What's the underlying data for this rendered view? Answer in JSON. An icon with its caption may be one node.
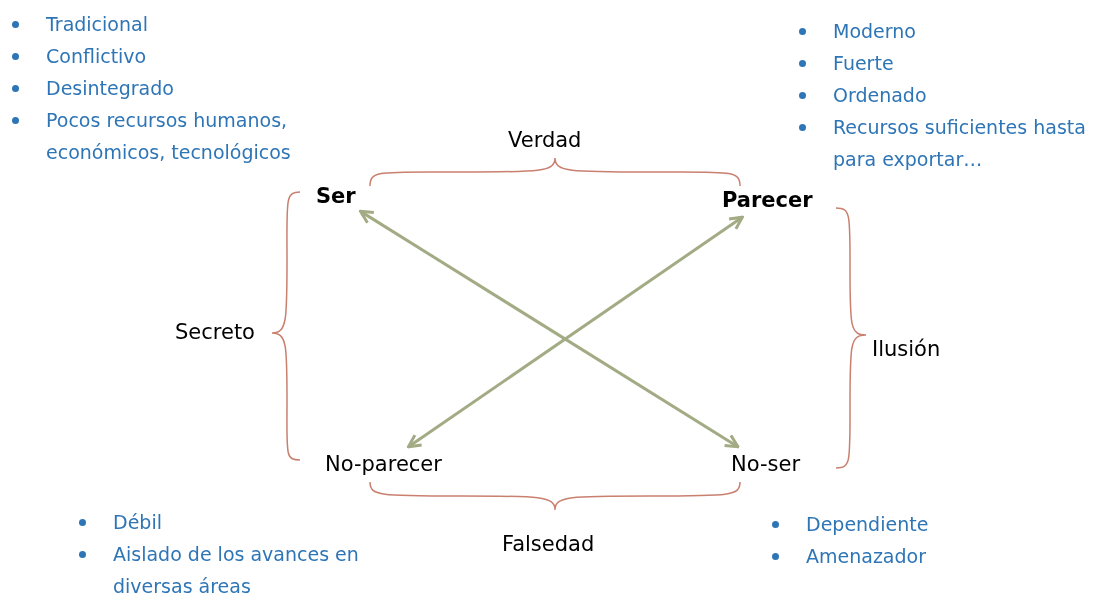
{
  "diagram": {
    "nodes": [
      {
        "text": [
          "Ser"
        ],
        "beside": [
          "Tradicional",
          "Conflictivo",
          "Desintegrado",
          "Pocos recursos humanos, económicos, tecnológicos"
        ]
      },
      {
        "text": [
          "Parecer"
        ],
        "beside": [
          "Moderno",
          "Fuerte",
          "Ordenado",
          "Recursos suficientes hasta para exportar…"
        ]
      },
      {
        "text": [
          "No-parecer"
        ],
        "beside": [
          "Débil",
          "Aislado de los avances en diversas áreas"
        ]
      },
      {
        "text": [
          "No-ser"
        ],
        "beside": [
          "Dependiente",
          "Amenazador"
        ]
      }
    ],
    "edges": [
      {
        "from": 0,
        "to": 3,
        "arrow": "both"
      },
      {
        "from": 1,
        "to": 2,
        "arrow": "both"
      }
    ],
    "labels": [
      "Verdad",
      "Secreto",
      "Ilusión",
      "Falsedad"
    ]
  }
}
